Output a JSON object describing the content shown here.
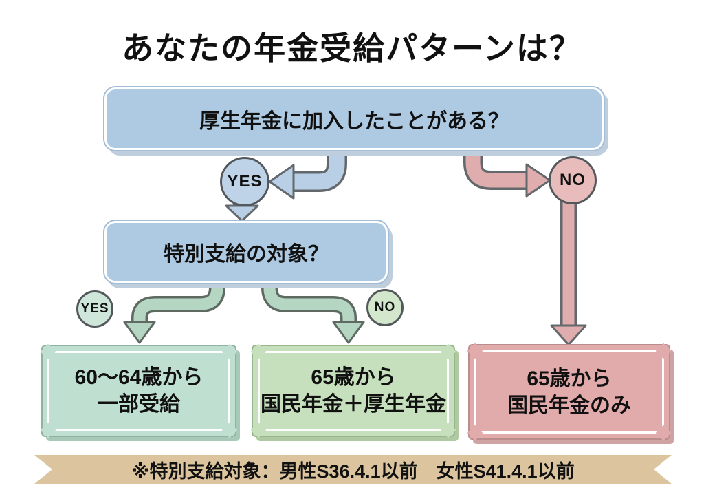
{
  "title": "あなたの年金受給パターンは？",
  "questions": {
    "q1": "厚生年金に加入したことがある？",
    "q2": "特別支給の対象？"
  },
  "branch_labels": {
    "q1_yes": "YES",
    "q1_no": "NO",
    "q2_yes": "YES",
    "q2_no": "NO"
  },
  "outcomes": {
    "partial": {
      "line1": "60〜64歳から",
      "line2": "一部受給"
    },
    "both": {
      "line1": "65歳から",
      "line2": "国民年金＋厚生年金"
    },
    "kokumin_only": {
      "line1": "65歳から",
      "line2": "国民年金のみ"
    }
  },
  "footnote": "※特別支給対象：男性S36.4.1以前　女性S41.4.1以前",
  "colors": {
    "question_box_blue": "#aecae3",
    "yes_branch_blue": "#b9cfe6",
    "no_branch_pink": "#dfadad",
    "green_branch": "#b5d6c3",
    "outcome_partial_mint": "#bfdfd0",
    "outcome_both_green": "#c6dfbc",
    "outcome_kokumin_pink": "#e2abab",
    "footnote_banner_tan": "#dcc59e",
    "arrow_outline_gray": "#63686c"
  }
}
